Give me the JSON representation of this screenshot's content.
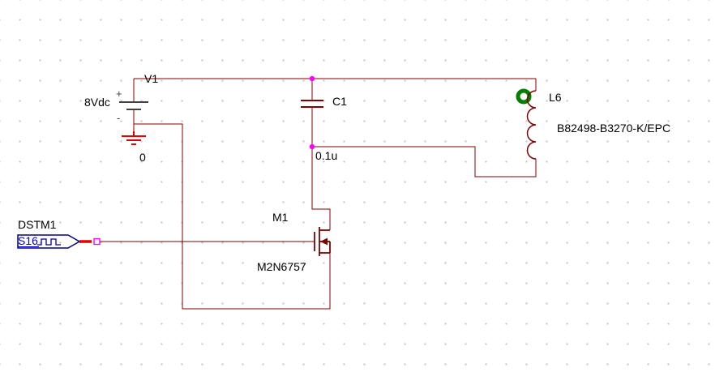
{
  "app": {
    "type": "pspice-schematic-editor",
    "canvas_background": "#ffffff",
    "grid_dot_color": "#c4c4c4"
  },
  "colors": {
    "wire": "#800000",
    "junction_dot": "#ff00ff",
    "ground_symbol": "#e00000",
    "battery_plate": "#404040",
    "inductor_core_ring": "#008000",
    "stimulus_outline": "#00008b",
    "stimulus_pin": "#e00000",
    "pin_port_square": "#ff00ff",
    "label_text": "#000000",
    "stimulus_value_text": "#0000cd"
  },
  "components": {
    "v1": {
      "ref": "V1",
      "value": "8Vdc",
      "plus": "+",
      "minus": "-",
      "type": "dc-voltage-source"
    },
    "gnd": {
      "ref": "0",
      "type": "ground"
    },
    "c1": {
      "ref": "C1",
      "value": "0.1u",
      "type": "capacitor"
    },
    "l6": {
      "ref": "L6",
      "value": "B82498-B3270-K/EPC",
      "type": "inductor-with-core"
    },
    "m1": {
      "ref": "M1",
      "value": "M2N6757",
      "type": "nmos-transistor"
    },
    "dstm1": {
      "ref": "DSTM1",
      "value": "S16",
      "type": "digital-stimulus-source"
    }
  }
}
